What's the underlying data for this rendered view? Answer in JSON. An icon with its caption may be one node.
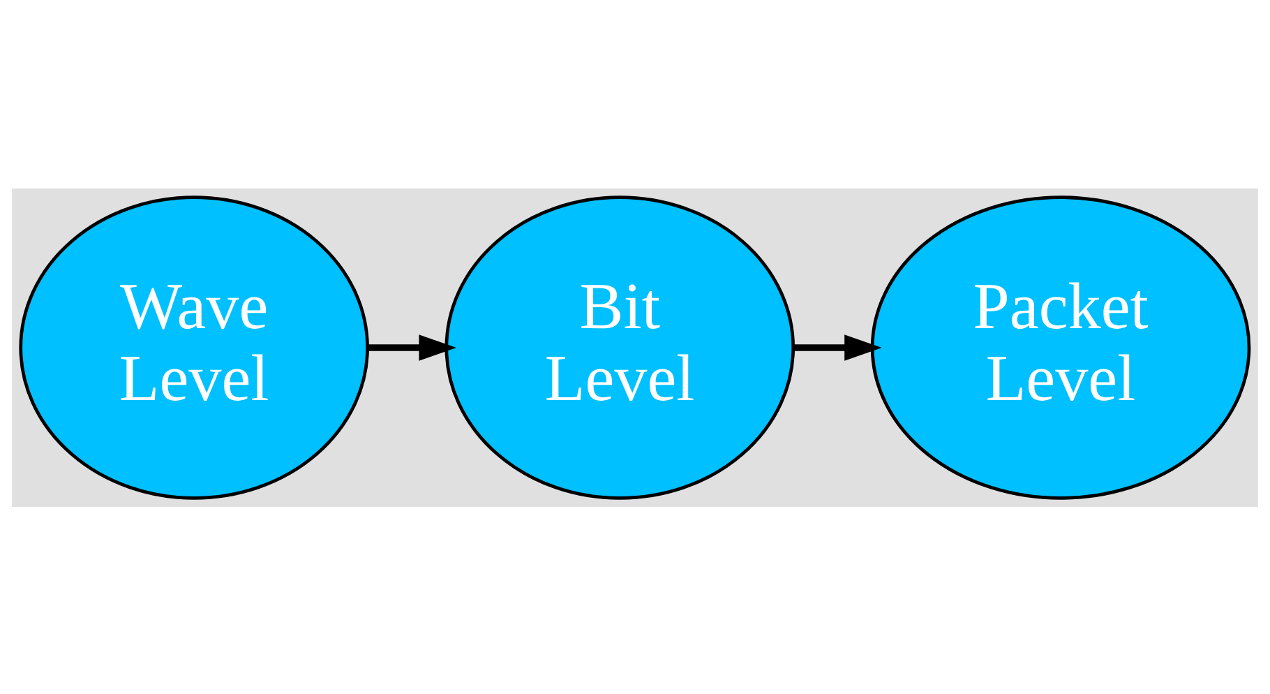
{
  "diagram": {
    "nodes": [
      {
        "text": [
          "Wave Level"
        ]
      },
      {
        "text": [
          "Bit Level"
        ]
      },
      {
        "text": [
          "Packet Level"
        ]
      }
    ],
    "edges": [
      {
        "from": 0,
        "to": 1,
        "arrow": "to"
      },
      {
        "from": 1,
        "to": 2,
        "arrow": "to"
      }
    ]
  }
}
